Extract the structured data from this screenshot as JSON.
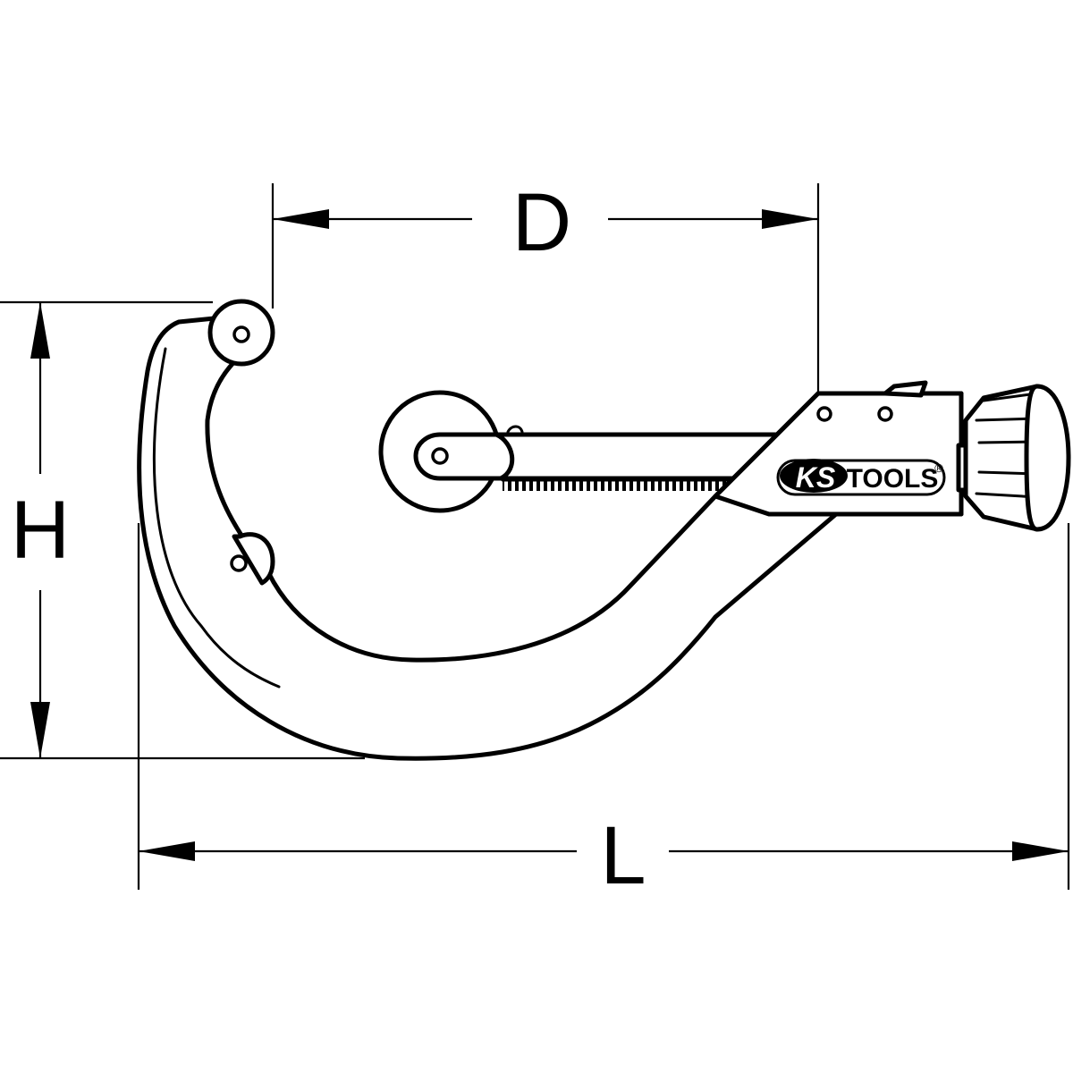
{
  "dimensions": {
    "D": "D",
    "H": "H",
    "L": "L"
  },
  "brand": {
    "logo_text": "KS TOOLS",
    "registered_mark": "®"
  },
  "colors": {
    "line": "#000000",
    "background": "#ffffff"
  }
}
